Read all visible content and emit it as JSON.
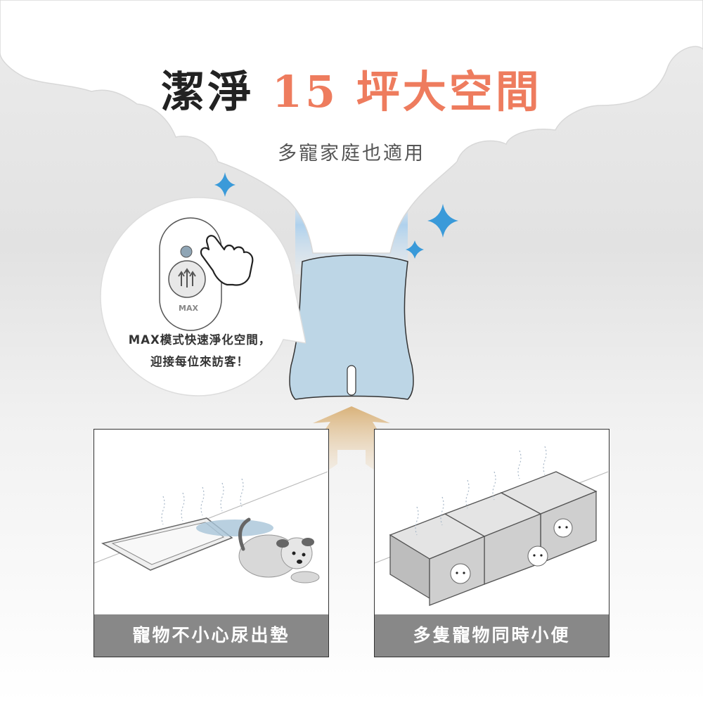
{
  "title": {
    "prefix": "潔淨 ",
    "accent": "15 坪大空間"
  },
  "subtitle": "多寵家庭也適用",
  "callout": {
    "line1": "MAX模式快速淨化空間，",
    "line2": "迎接每位來訪客！",
    "button_label": "MAX"
  },
  "panels": [
    {
      "caption": "寵物不小心尿出墊"
    },
    {
      "caption": "多隻寵物同時小便"
    }
  ],
  "colors": {
    "accent": "#ee7c5e",
    "sparkle": "#3a9ad9",
    "pad_blue": "#bdd6e6",
    "flow_gold": "#d9b27a",
    "caption_bg": "#888888"
  }
}
